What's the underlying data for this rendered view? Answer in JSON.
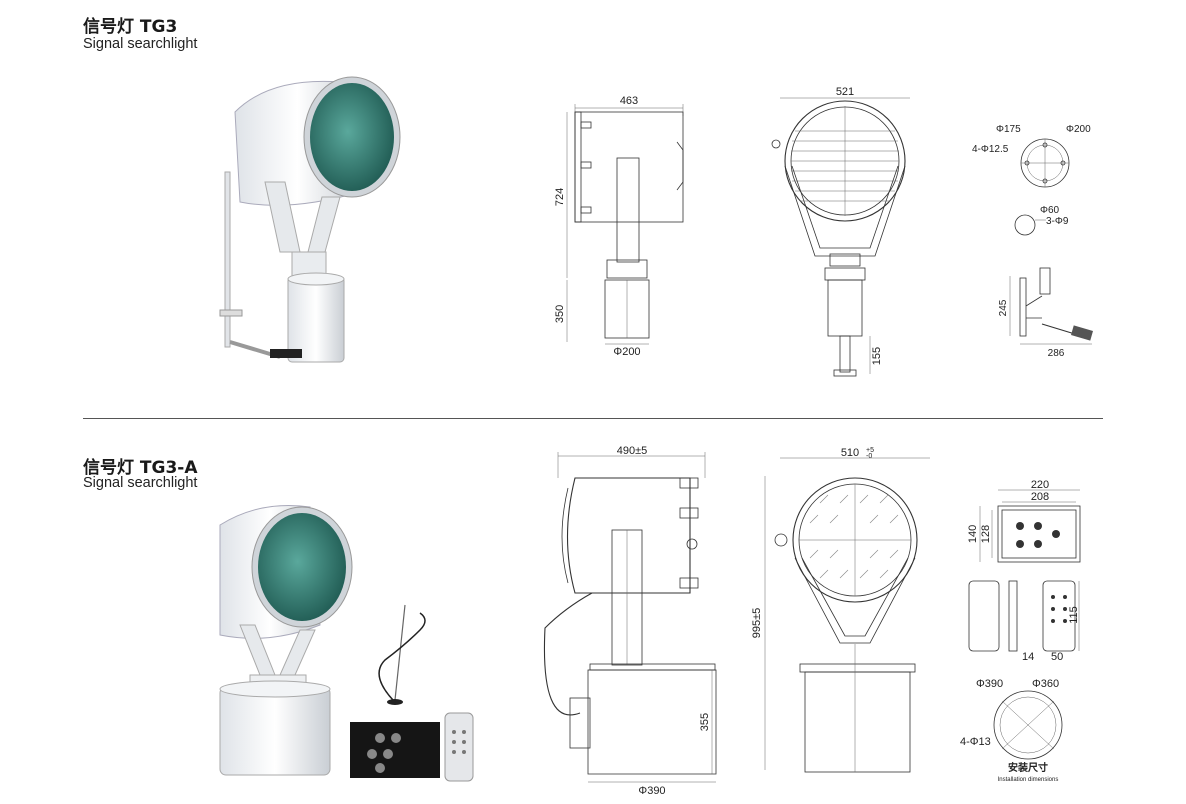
{
  "sections": [
    {
      "title": "信号灯 TG3",
      "subtitle": "Signal searchlight",
      "dims": {
        "width_top": "463",
        "height_upper": "724",
        "height_lower": "350",
        "base_dia": "Φ200",
        "front_width": "521",
        "base_depth": "155",
        "flange_pcd": "Φ175",
        "flange_od": "Φ200",
        "bolt_holes": "4-Φ12.5",
        "hub_dia": "Φ60",
        "hub_holes": "3-Φ9",
        "handle_height": "245",
        "handle_length": "286"
      }
    },
    {
      "title": "信号灯 TG3-A",
      "subtitle": "Signal searchlight",
      "dims": {
        "width_top": "490±5",
        "height_total": "995±5",
        "pedestal_height": "355",
        "pedestal_dia": "Φ390",
        "front_width": "510",
        "front_width_tol_upper": "+5",
        "front_width_tol_lower": "-0",
        "panel_w_outer": "220",
        "panel_w_inner": "208",
        "panel_h_outer": "140",
        "panel_h_inner": "128",
        "remote_depth": "14",
        "remote_width": "50",
        "remote_height": "115",
        "install_pcd_outer": "Φ390",
        "install_pcd_inner": "Φ360",
        "install_holes": "4-Φ13",
        "install_label_cn": "安装尺寸",
        "install_label_en": "Installation dimensions"
      }
    }
  ],
  "colors": {
    "lens": "#3f8a80",
    "body": "#eceff2",
    "line": "#333333"
  }
}
